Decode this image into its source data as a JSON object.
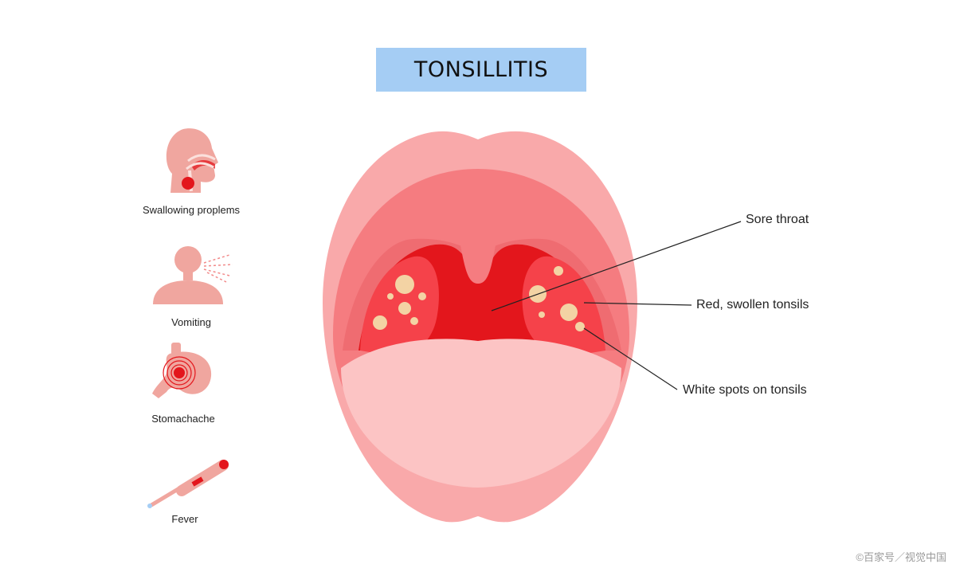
{
  "title": "TONSILLITIS",
  "symptoms": [
    {
      "label": "Swallowing proplems",
      "icon": "head-throat-icon"
    },
    {
      "label": "Vomiting",
      "icon": "vomiting-person-icon"
    },
    {
      "label": "Stomachache",
      "icon": "stomach-icon"
    },
    {
      "label": "Fever",
      "icon": "thermometer-icon"
    }
  ],
  "callouts": {
    "sore_throat": "Sore  throat",
    "swollen_tonsils": "Red, swollen tonsils",
    "white_spots": "White spots on tonsils"
  },
  "watermark": "©百家号／视觉中国",
  "colors": {
    "lips": "#f9a9aa",
    "mouth_inner": "#f57c80",
    "throat": "#e3161c",
    "tonsil": "#f5424a",
    "spots": "#f3d3a4",
    "tongue": "#fcc4c4",
    "icon": "#f0a69f",
    "title_bg": "#a5cdf4"
  }
}
